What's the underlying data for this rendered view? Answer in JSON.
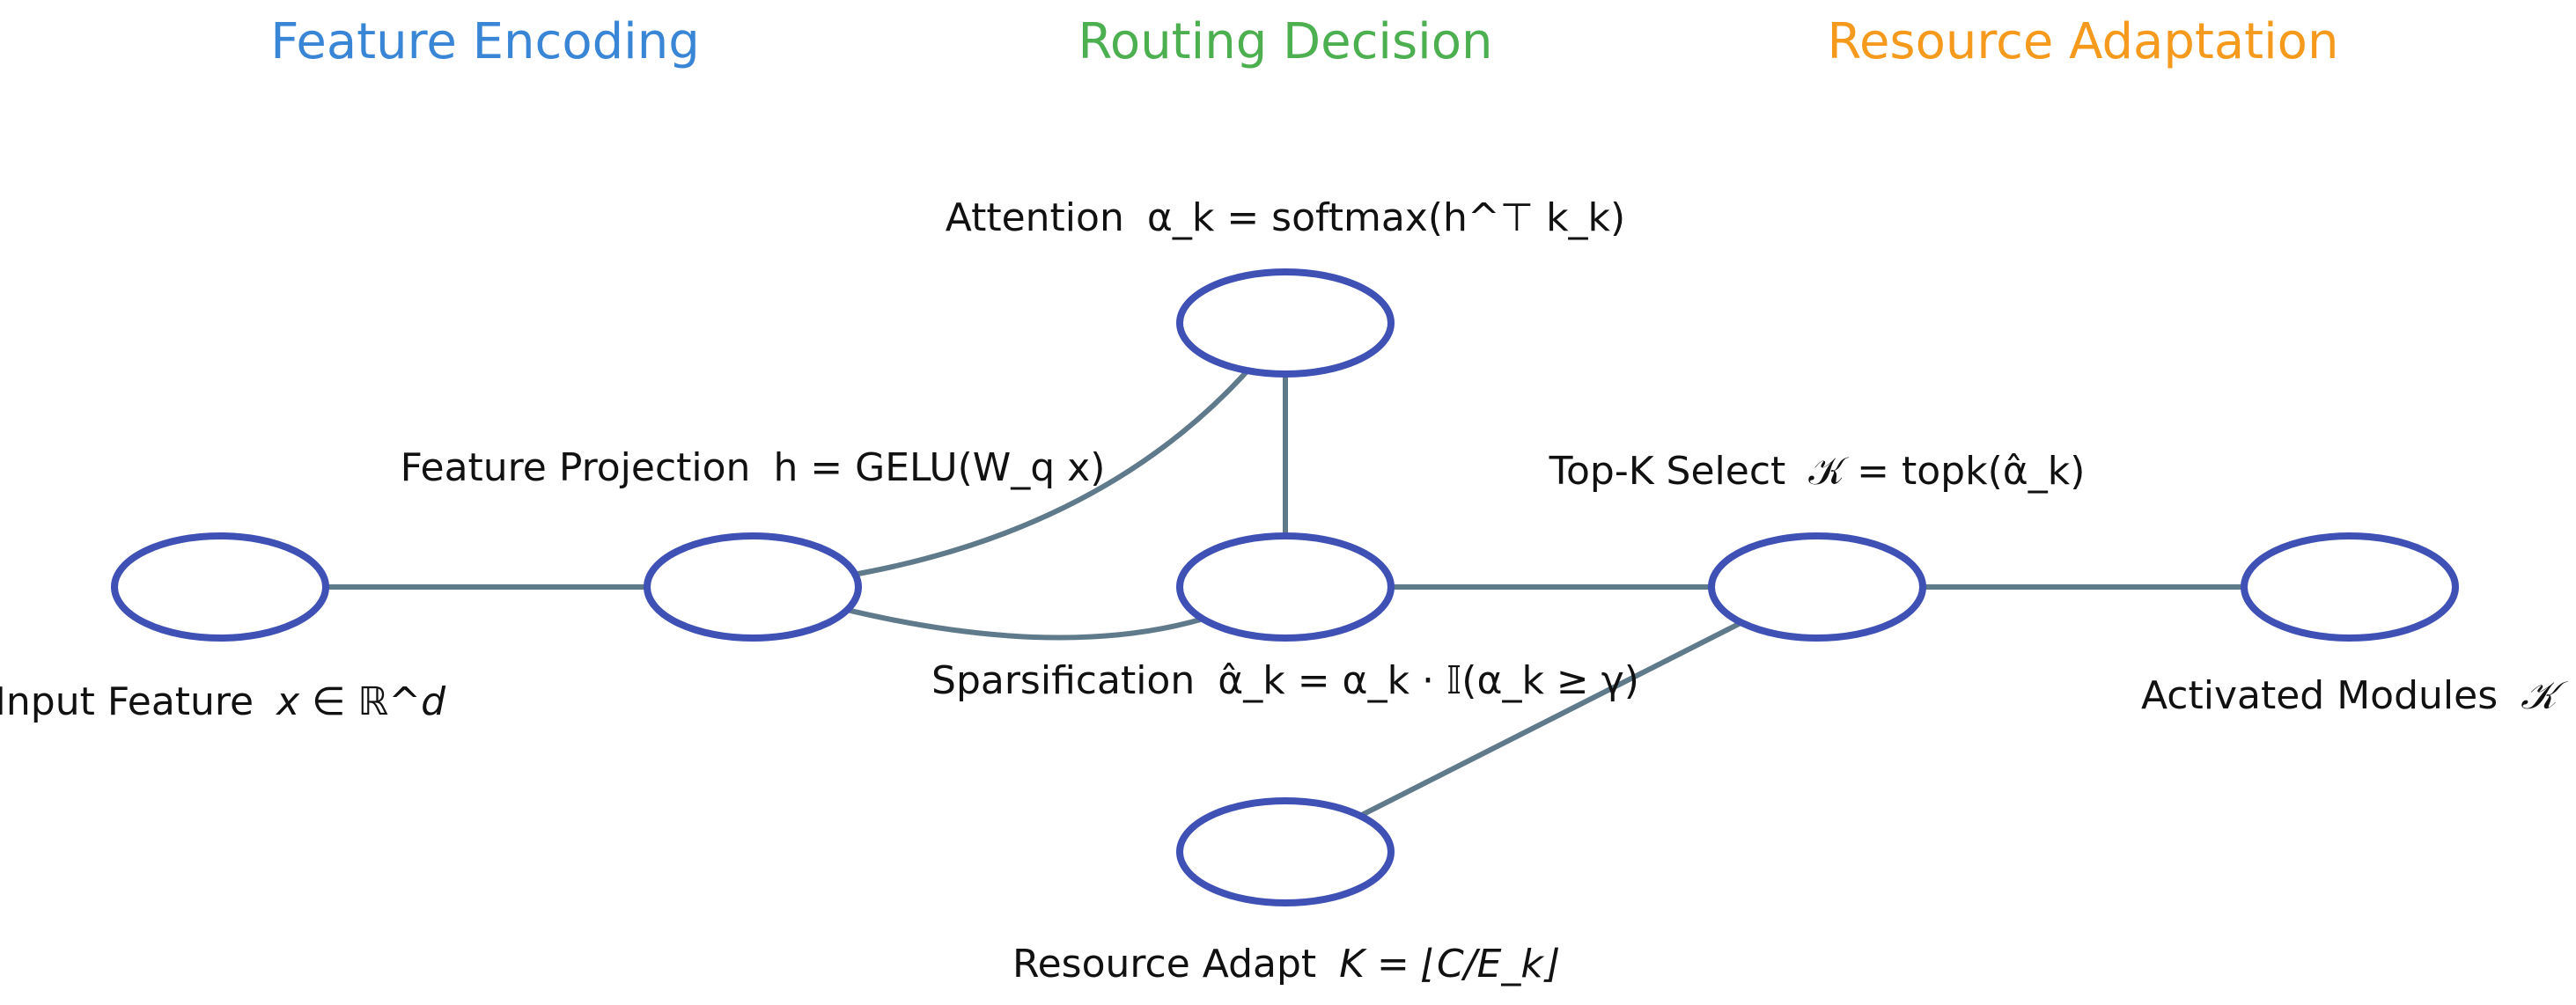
{
  "colors": {
    "node_stroke": "#3f51b5",
    "edge": "#5f7a8a",
    "stage_encoding": "#3a86d6",
    "stage_routing": "#4caf50",
    "stage_adaptation": "#f59a1c",
    "text": "#111111"
  },
  "stages": [
    {
      "label": "Feature Encoding",
      "color": "#3a86d6"
    },
    {
      "label": "Routing Decision",
      "color": "#4caf50"
    },
    {
      "label": "Resource Adaptation",
      "color": "#f59a1c"
    }
  ],
  "nodes": [
    {
      "id": "input",
      "name": "Input Feature",
      "expr": "x ∈ ℝ^d"
    },
    {
      "id": "projection",
      "name": "Feature Projection",
      "expr": "h = GELU(W_q x)"
    },
    {
      "id": "attention",
      "name": "Attention",
      "expr": "α_k = softmax(h^⊤ k_k)"
    },
    {
      "id": "sparsification",
      "name": "Sparsification",
      "expr": "α̂_k = α_k · 𝕀(α_k ≥ γ)"
    },
    {
      "id": "adapt",
      "name": "Resource Adapt",
      "expr": "K = ⌊C/E_k⌋"
    },
    {
      "id": "topk",
      "name": "Top-K Select",
      "expr": "𝒦 = topk(α̂_k)"
    },
    {
      "id": "output",
      "name": "Activated Modules",
      "expr": "𝒦"
    }
  ],
  "edges": [
    {
      "from": "input",
      "to": "projection"
    },
    {
      "from": "projection",
      "to": "attention"
    },
    {
      "from": "projection",
      "to": "sparsification"
    },
    {
      "from": "attention",
      "to": "sparsification"
    },
    {
      "from": "sparsification",
      "to": "topk"
    },
    {
      "from": "adapt",
      "to": "topk"
    },
    {
      "from": "topk",
      "to": "output"
    }
  ]
}
